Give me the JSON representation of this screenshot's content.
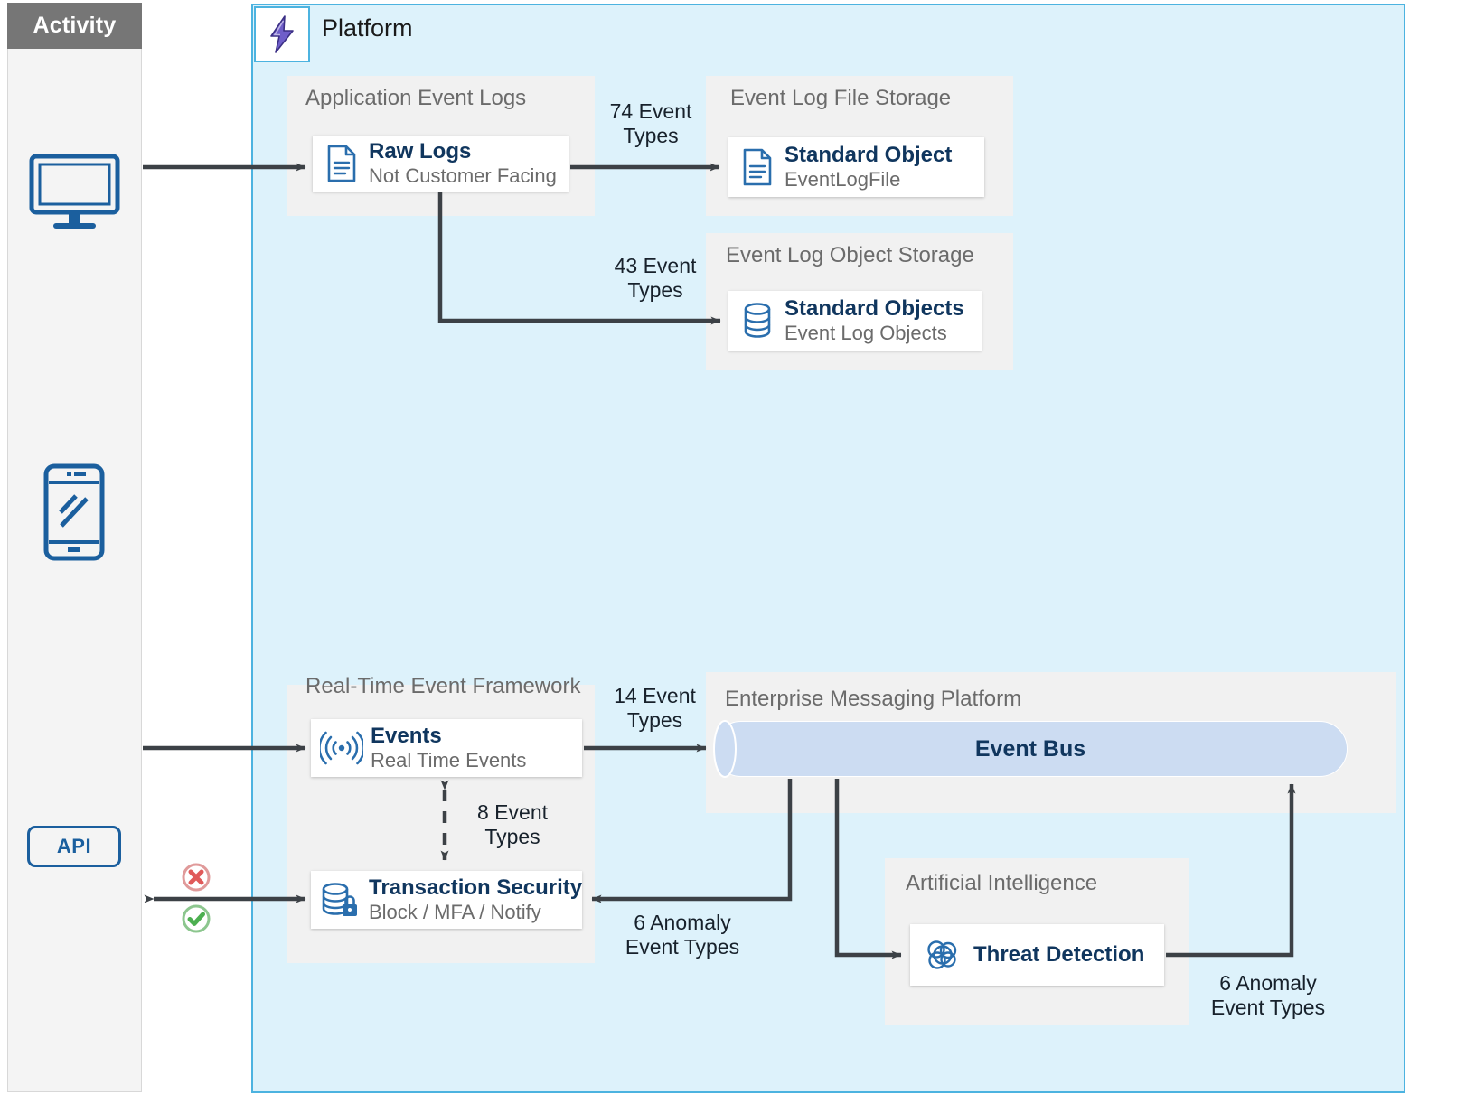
{
  "sidebar": {
    "header": "Activity",
    "icons": [
      {
        "name": "desktop-monitor-icon",
        "label": "Desktop"
      },
      {
        "name": "mobile-phone-icon",
        "label": "Mobile"
      }
    ],
    "api_chip": "API",
    "status_icons": [
      {
        "name": "blocked-x-icon",
        "color": "#e08b8b"
      },
      {
        "name": "allowed-check-icon",
        "color": "#7cc47f"
      }
    ]
  },
  "platform": {
    "title": "Platform",
    "badge_icon": "salesforce-lightning-bolt-icon",
    "accent": "#4cb3e0",
    "background": "#ddf2fb"
  },
  "groups": [
    {
      "id": "application-event-logs",
      "label": "Application Event Logs"
    },
    {
      "id": "event-log-file-storage",
      "label": "Event Log File Storage"
    },
    {
      "id": "event-log-object-storage",
      "label": "Event Log Object Storage"
    },
    {
      "id": "real-time-event-framework",
      "label": "Real-Time Event Framework"
    },
    {
      "id": "enterprise-messaging-platform",
      "label": "Enterprise Messaging Platform"
    },
    {
      "id": "artificial-intelligence",
      "label": "Artificial Intelligence"
    }
  ],
  "nodes": {
    "raw_logs": {
      "title": "Raw Logs",
      "subtitle": "Not Customer Facing",
      "icon": "document-lines-icon"
    },
    "standard_object": {
      "title": "Standard Object",
      "subtitle": "EventLogFile",
      "icon": "document-lines-icon"
    },
    "standard_objects": {
      "title": "Standard Objects",
      "subtitle": "Event Log Objects",
      "icon": "database-cylinder-icon"
    },
    "events": {
      "title": "Events",
      "subtitle": "Real Time Events",
      "icon": "broadcast-signal-icon"
    },
    "transaction_security": {
      "title": "Transaction Security",
      "subtitle": "Block / MFA / Notify",
      "icon": "database-lock-icon"
    },
    "threat_detection": {
      "title": "Threat Detection",
      "subtitle": "",
      "icon": "neural-network-icon"
    },
    "event_bus": {
      "title": "Event Bus",
      "icon": "cylinder-bus-icon"
    }
  },
  "edges": [
    {
      "id": "raw-logs-to-standard-object",
      "label": "74 Event\nTypes"
    },
    {
      "id": "raw-logs-to-standard-objects",
      "label": "43 Event\nTypes"
    },
    {
      "id": "events-to-event-bus",
      "label": "14 Event\nTypes"
    },
    {
      "id": "events-transaction-security",
      "label": "8 Event\nTypes"
    },
    {
      "id": "event-bus-to-transaction-security",
      "label": "6 Anomaly\nEvent Types"
    },
    {
      "id": "threat-detection-to-event-bus",
      "label": "6 Anomaly\nEvent Types"
    }
  ]
}
